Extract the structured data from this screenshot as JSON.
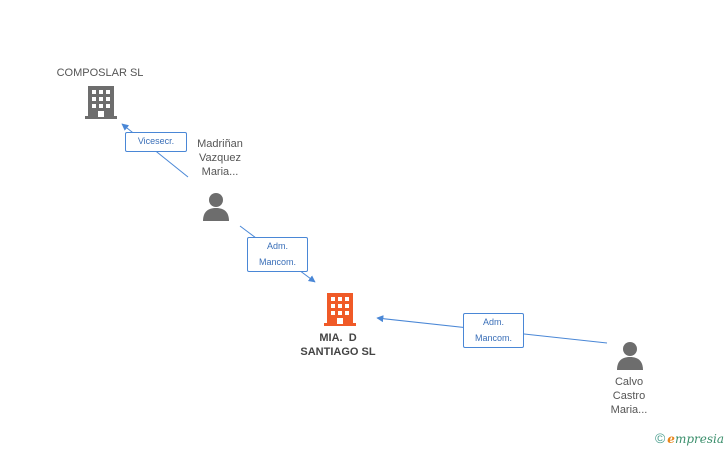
{
  "nodes": {
    "composlar": {
      "label": "COMPOSLAR SL"
    },
    "madrinan": {
      "label_lines": [
        "Madriñan",
        "Vazquez",
        "Maria..."
      ]
    },
    "mia": {
      "label_lines": [
        "MIA.  D",
        "SANTIAGO SL"
      ]
    },
    "calvo": {
      "label_lines": [
        "Calvo",
        "Castro",
        "Maria..."
      ]
    }
  },
  "edges": {
    "e1": {
      "lines": [
        "Vicesecr."
      ]
    },
    "e2": {
      "lines": [
        "Adm.",
        "Mancom."
      ]
    },
    "e3": {
      "lines": [
        "Adm.",
        "Mancom."
      ]
    }
  },
  "footer": {
    "copyright": "©",
    "brand_e": "e",
    "brand_rest": "mpresia"
  },
  "colors": {
    "building_gray": "#6d6d6d",
    "building_main": "#f05a28",
    "person": "#6d6d6d",
    "edge": "#4a87d6"
  }
}
